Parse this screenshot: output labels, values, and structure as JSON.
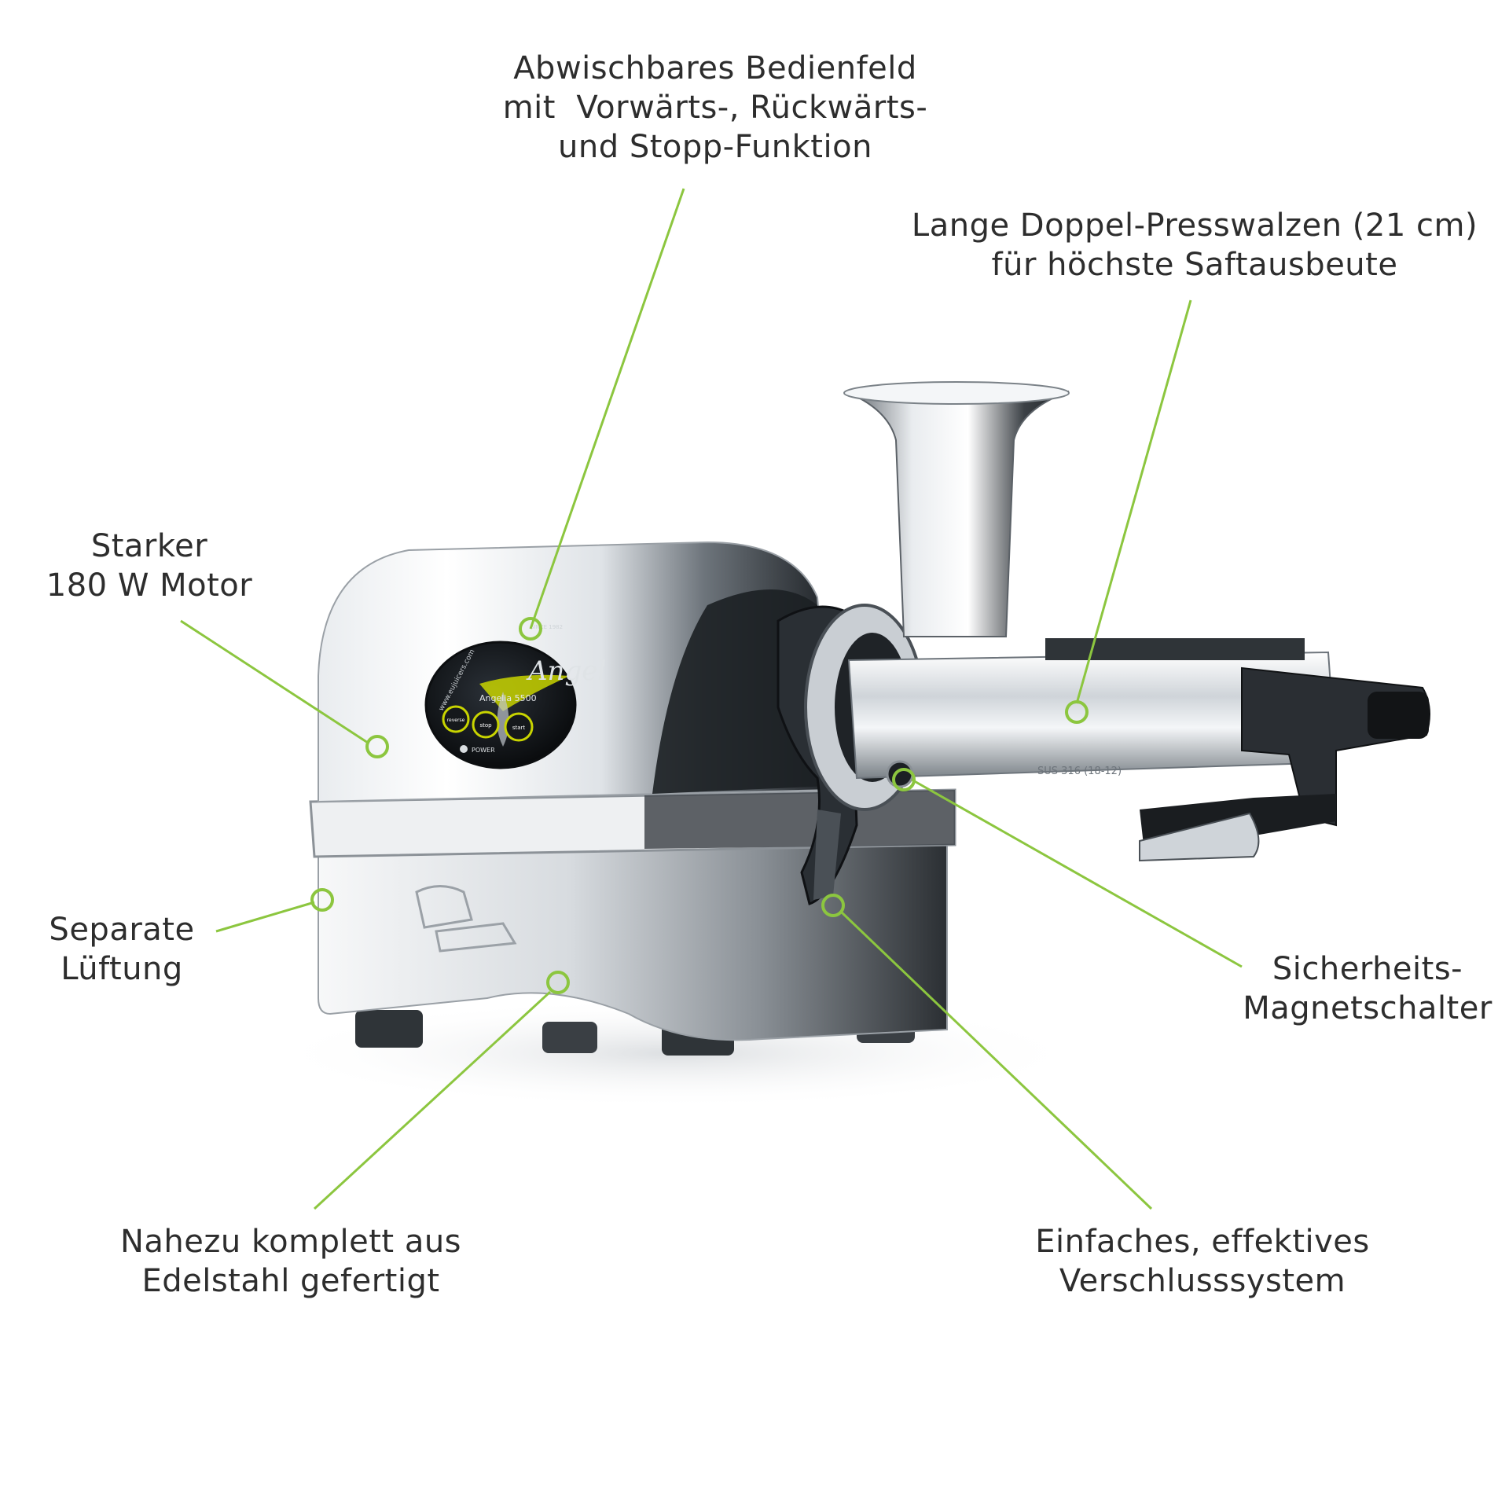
{
  "colors": {
    "leader": "#8cc63f",
    "text": "#2d2d2d",
    "steel_light": "#f2f4f6",
    "steel_dark": "#2a2e33",
    "panel_accent": "#c8d400"
  },
  "product": {
    "brand": "Angel",
    "model": "Angelia 5500",
    "url": "www.eujuicers.com",
    "since": "SINCE 1982",
    "buttons": [
      "reverse",
      "stop",
      "start"
    ],
    "power": "POWER",
    "steel_mark": "SUS 316 (18-12)"
  },
  "callouts": {
    "panel": [
      "Abwischbares Bedienfeld",
      "mit  Vorwärts-, Rückwärts-",
      "und Stopp-Funktion"
    ],
    "rollers": [
      "Lange Doppel-Presswalzen (21 cm)",
      "für höchste Saftausbeute"
    ],
    "motor": [
      "Starker",
      "180 W Motor"
    ],
    "vent": [
      "Separate",
      "Lüftung"
    ],
    "steel": [
      "Nahezu komplett aus",
      "Edelstahl gefertigt"
    ],
    "closure": [
      "Einfaches, effektives",
      "Verschlusssystem"
    ],
    "magnet": [
      "Sicherheits-",
      "Magnetschalter"
    ]
  }
}
